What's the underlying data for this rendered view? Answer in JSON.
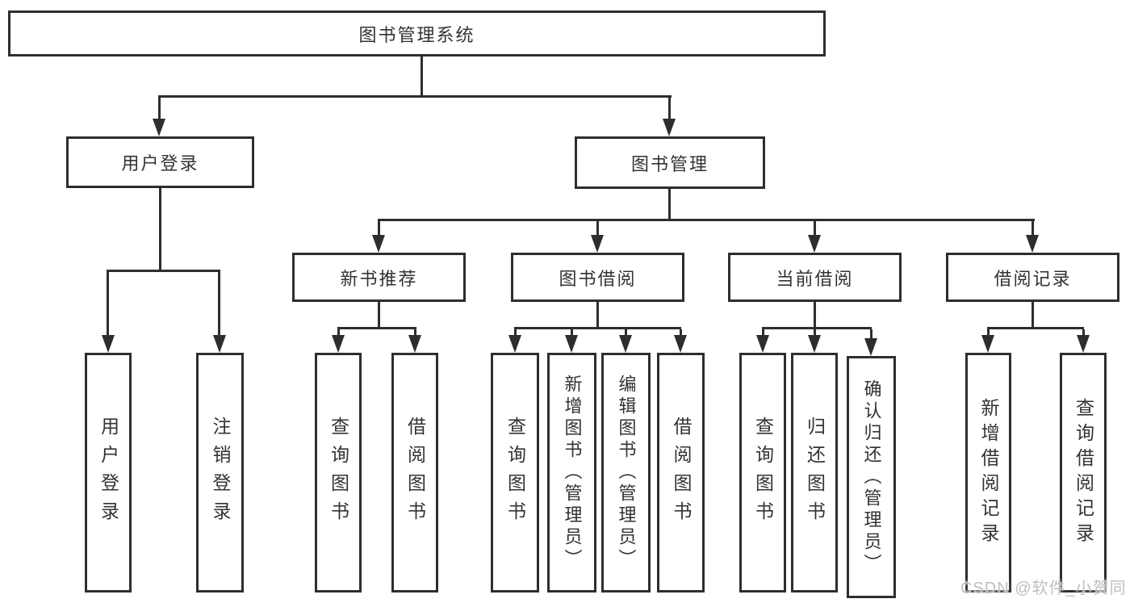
{
  "nodes": {
    "root": "图书管理系统",
    "l2_user_login": "用户登录",
    "l2_book_mgmt": "图书管理",
    "l3_new_book": "新书推荐",
    "l3_borrow": "图书借阅",
    "l3_current": "当前借阅",
    "l3_records": "借阅记录",
    "leaf_login": "用户登录",
    "leaf_logout": "注销登录",
    "leaf_newbook_query": "查询图书",
    "leaf_newbook_borrow": "借阅图书",
    "leaf_borrow_query": "查询图书",
    "leaf_borrow_add": "新增图书（管理员）",
    "leaf_borrow_edit": "编辑图书（管理员）",
    "leaf_borrow_borrow": "借阅图书",
    "leaf_current_query": "查询图书",
    "leaf_current_return": "归还图书",
    "leaf_current_confirm": "确认归还（管理员）",
    "leaf_records_add": "新增借阅记录",
    "leaf_records_query": "查询借阅记录"
  },
  "watermark": "CSDN @软件_小贺同学",
  "colors": {
    "line": "#2e2e2e",
    "text": "#333333",
    "background": "#ffffff",
    "watermark": "#bfbfbf"
  }
}
